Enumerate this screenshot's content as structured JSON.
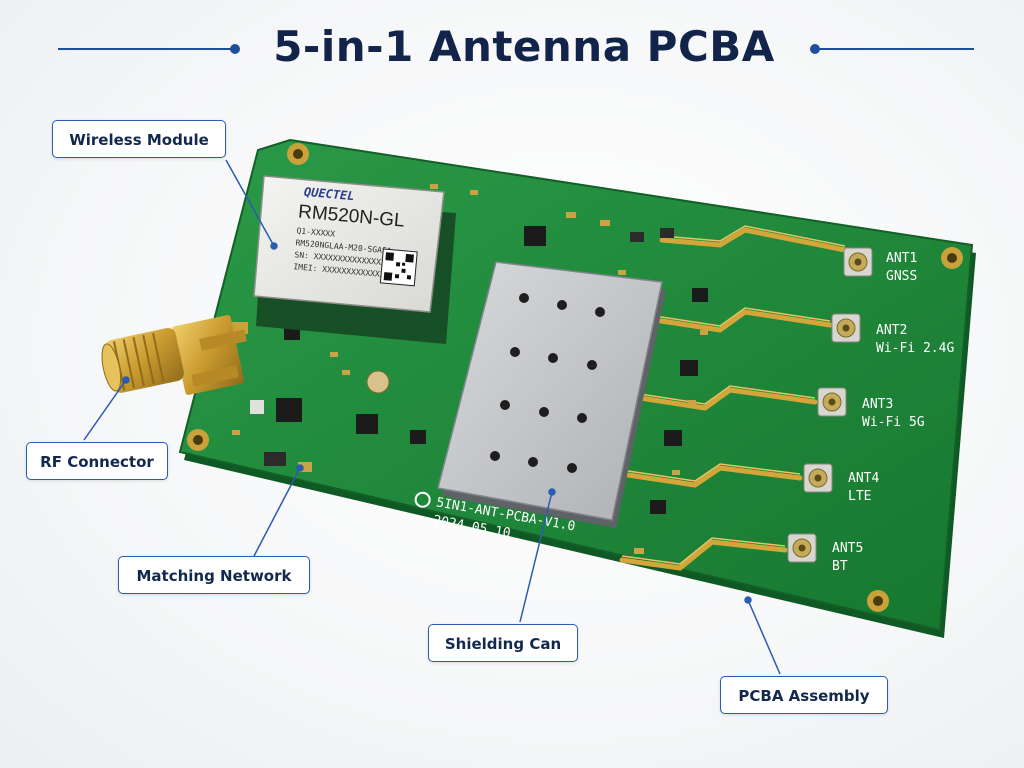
{
  "title": "5-in-1 Antenna PCBA",
  "callouts": {
    "wireless_module": "Wireless Module",
    "rf_connector": "RF Connector",
    "matching_network": "Matching Network",
    "shielding_can": "Shielding Can",
    "pcba_assembly": "PCBA Assembly"
  },
  "module": {
    "brand": "QUECTEL",
    "model": "RM520N-GL",
    "line1": "Q1-XXXXX",
    "line2": "RM520NGLAA-M20-SGASA",
    "line3": "SN: XXXXXXXXXXXXXXXX",
    "line4": "IMEI: XXXXXXXXXXXXXXX"
  },
  "antennas": [
    {
      "id": "ANT1",
      "band": "GNSS"
    },
    {
      "id": "ANT2",
      "band": "Wi-Fi 2.4G"
    },
    {
      "id": "ANT3",
      "band": "Wi-Fi 5G"
    },
    {
      "id": "ANT4",
      "band": "LTE"
    },
    {
      "id": "ANT5",
      "band": "BT"
    }
  ],
  "silkscreen": {
    "board_name": "5IN1-ANT-PCBA-V1.0",
    "date": "2024.05.10"
  },
  "colors": {
    "pcb_green": "#1f8a3c",
    "trace_gold": "#d4a63a",
    "callout_blue": "#2a5cb0",
    "title_navy": "#12244a"
  }
}
